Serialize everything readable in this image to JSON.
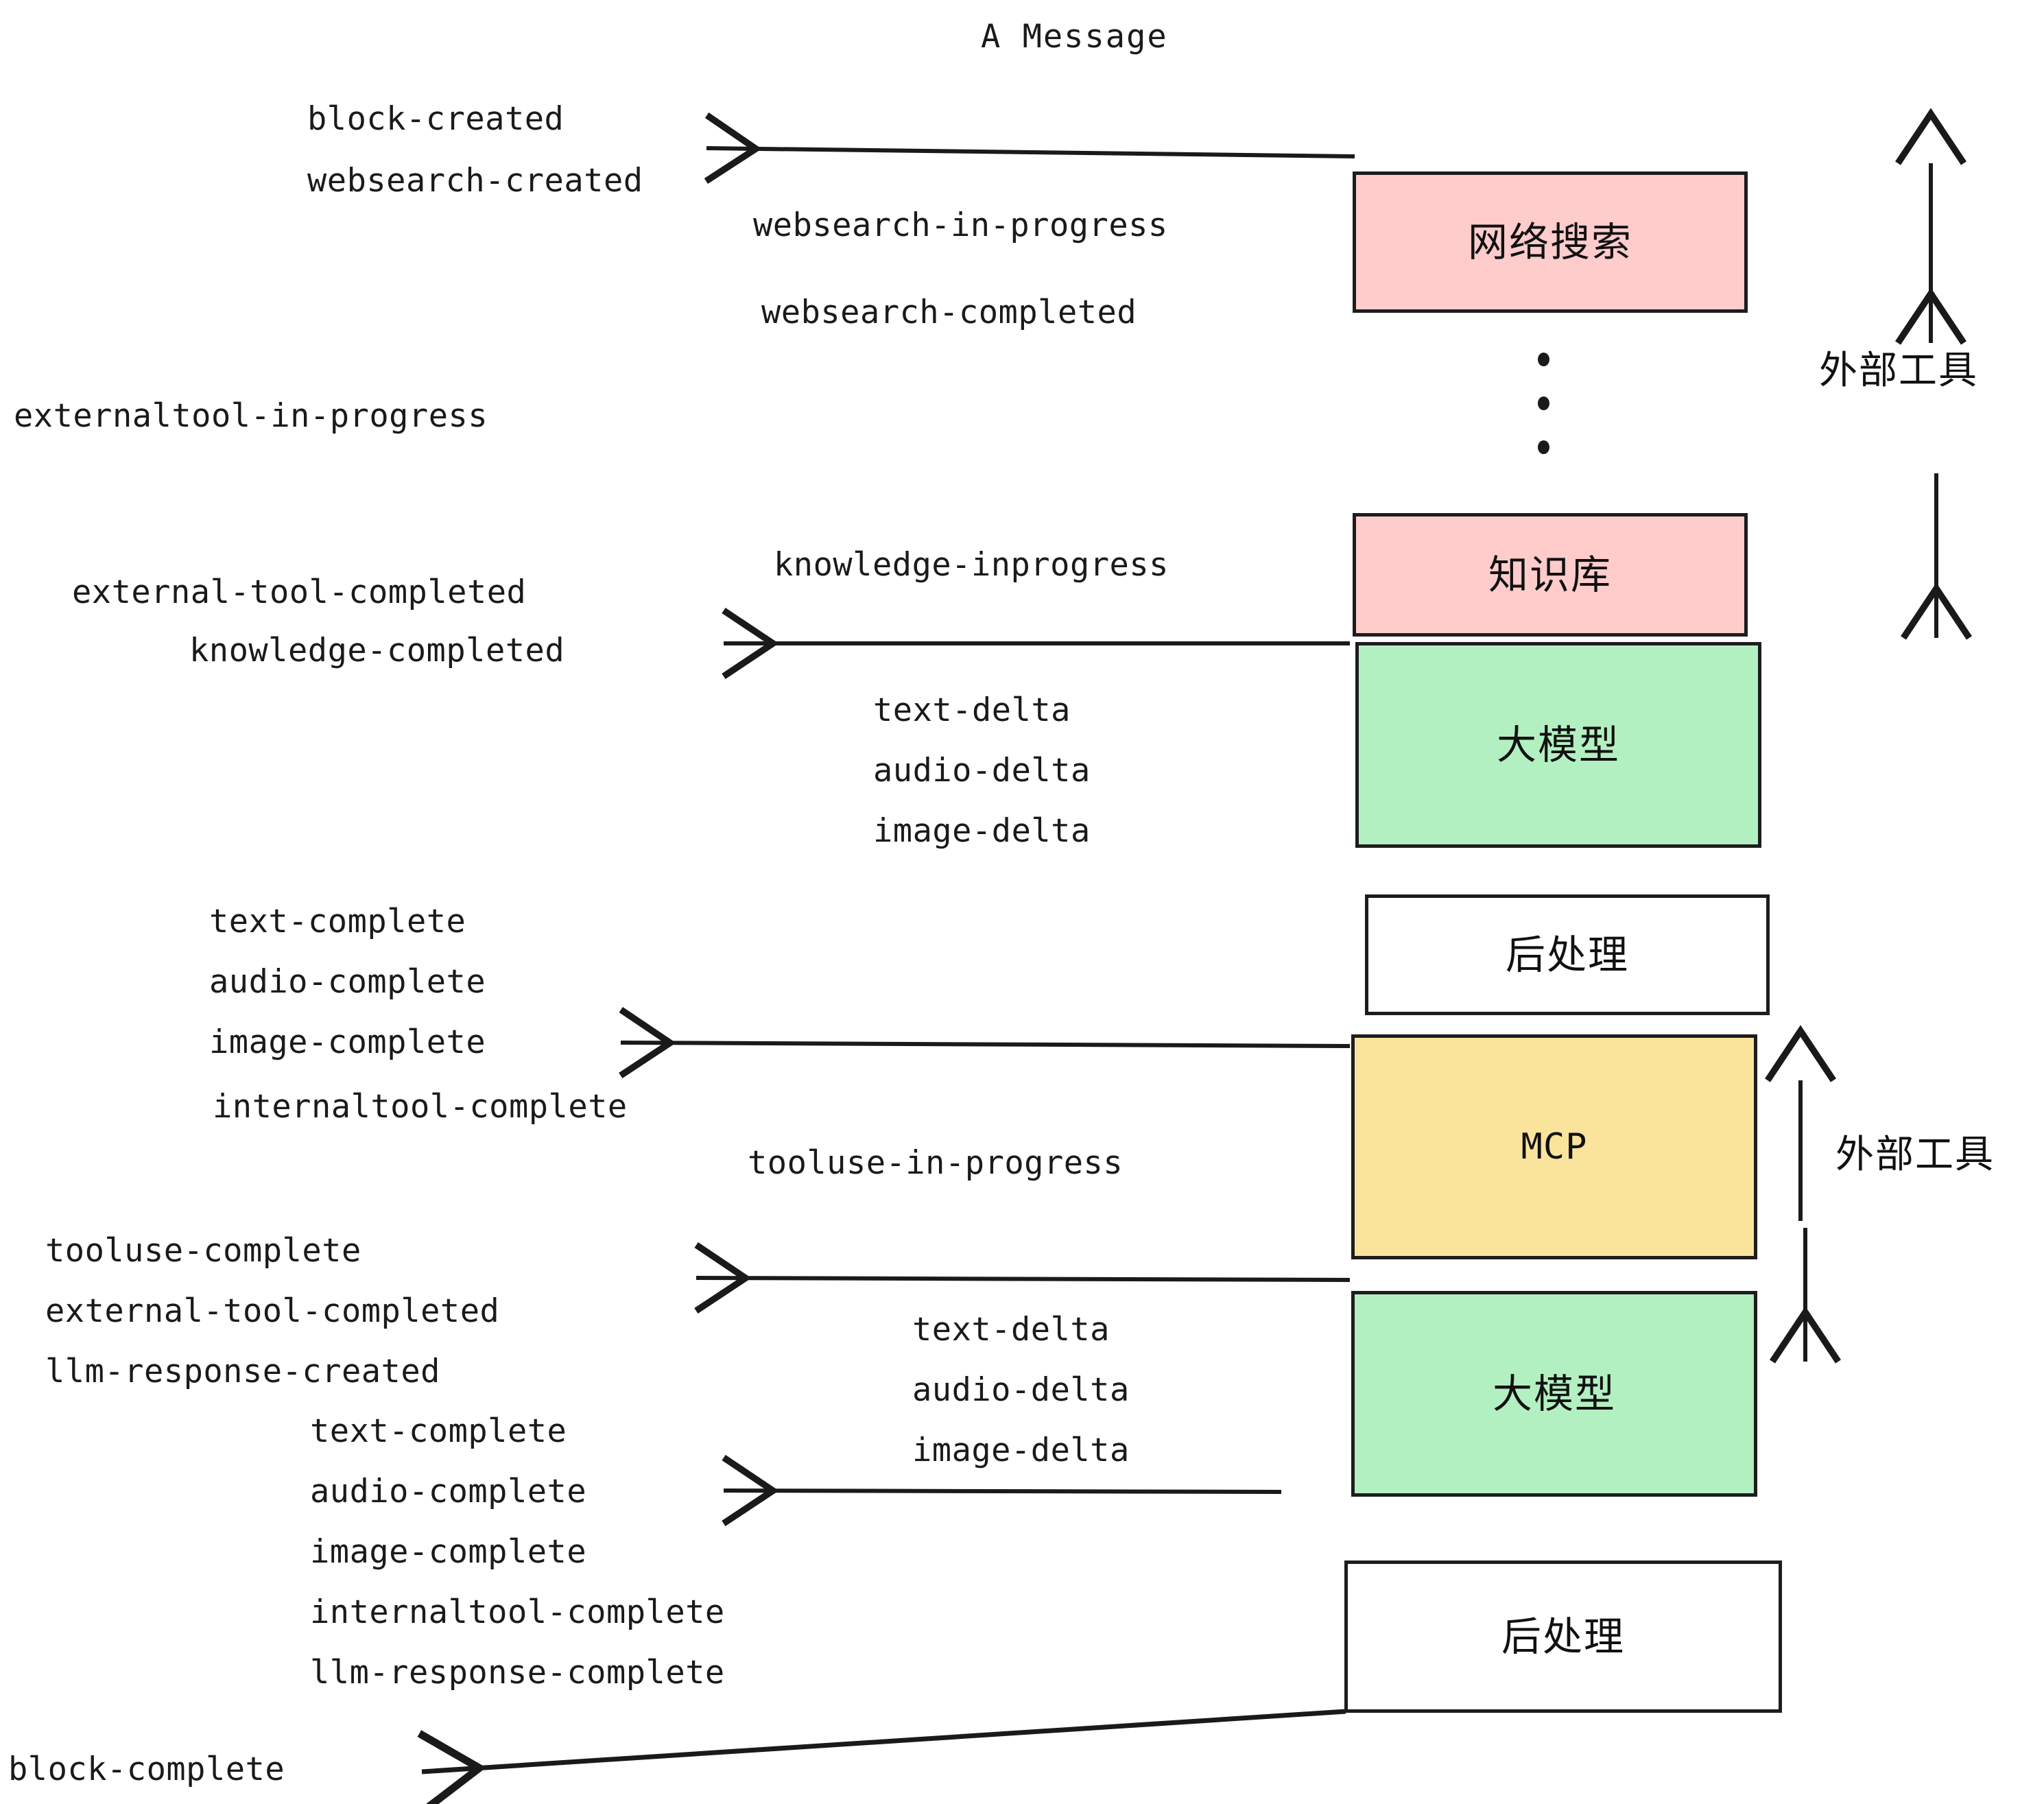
{
  "diagram": {
    "title": "A Message",
    "colors": {
      "external_tool_fill": "#ffcccc",
      "llm_fill": "#b3f0c1",
      "mcp_fill": "#fae49c",
      "postprocess_fill": "#ffffff",
      "stroke": "#1a1a1a",
      "background": "#ffffff"
    },
    "nodes": [
      {
        "id": "websearch",
        "label": "网络搜索",
        "fill": "#ffcccc",
        "mono": false
      },
      {
        "id": "knowledge",
        "label": "知识库",
        "fill": "#ffcccc",
        "mono": false
      },
      {
        "id": "llm-1",
        "label": "大模型",
        "fill": "#b3f0c1",
        "mono": false
      },
      {
        "id": "postprocess-1",
        "label": "后处理",
        "fill": "#ffffff",
        "mono": false
      },
      {
        "id": "mcp",
        "label": "MCP",
        "fill": "#fae49c",
        "mono": true
      },
      {
        "id": "llm-2",
        "label": "大模型",
        "fill": "#b3f0c1",
        "mono": false
      },
      {
        "id": "postprocess-2",
        "label": "后处理",
        "fill": "#ffffff",
        "mono": false
      }
    ],
    "swimlane_labels": [
      {
        "id": "external-tools-top",
        "label": "外部工具"
      },
      {
        "id": "external-tools-bottom",
        "label": "外部工具"
      }
    ],
    "events": [
      {
        "id": "block-created",
        "text": "block-created"
      },
      {
        "id": "websearch-created",
        "text": "websearch-created"
      },
      {
        "id": "websearch-in-progress",
        "text": "websearch-in-progress"
      },
      {
        "id": "websearch-completed",
        "text": "websearch-completed"
      },
      {
        "id": "externaltool-in-progress",
        "text": "externaltool-in-progress"
      },
      {
        "id": "knowledge-inprogress",
        "text": "knowledge-inprogress"
      },
      {
        "id": "external-tool-completed-1",
        "text": "external-tool-completed"
      },
      {
        "id": "knowledge-completed",
        "text": "knowledge-completed"
      },
      {
        "id": "text-delta-1",
        "text": "text-delta"
      },
      {
        "id": "audio-delta-1",
        "text": "audio-delta"
      },
      {
        "id": "image-delta-1",
        "text": "image-delta"
      },
      {
        "id": "text-complete-1",
        "text": "text-complete"
      },
      {
        "id": "audio-complete-1",
        "text": "audio-complete"
      },
      {
        "id": "image-complete-1",
        "text": "image-complete"
      },
      {
        "id": "internaltool-complete-1",
        "text": "internaltool-complete"
      },
      {
        "id": "tooluse-in-progress",
        "text": "tooluse-in-progress"
      },
      {
        "id": "tooluse-complete",
        "text": "tooluse-complete"
      },
      {
        "id": "external-tool-completed-2",
        "text": "external-tool-completed"
      },
      {
        "id": "llm-response-created",
        "text": "llm-response-created"
      },
      {
        "id": "text-delta-2",
        "text": "text-delta"
      },
      {
        "id": "audio-delta-2",
        "text": "audio-delta"
      },
      {
        "id": "image-delta-2",
        "text": "image-delta"
      },
      {
        "id": "text-complete-2",
        "text": "text-complete"
      },
      {
        "id": "audio-complete-2",
        "text": "audio-complete"
      },
      {
        "id": "image-complete-2",
        "text": "image-complete"
      },
      {
        "id": "internaltool-complete-2",
        "text": "internaltool-complete"
      },
      {
        "id": "llm-response-complete",
        "text": "llm-response-complete"
      },
      {
        "id": "block-complete",
        "text": "block-complete"
      }
    ]
  }
}
